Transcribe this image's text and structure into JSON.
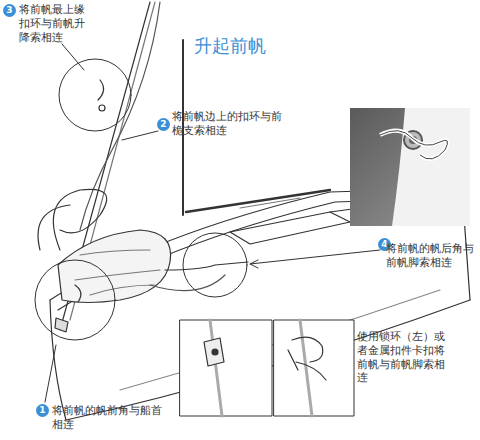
{
  "diagram": {
    "title": "升起前帆",
    "nodes": [
      {
        "text": [
          "3"
        ]
      },
      {
        "text": [
          "2"
        ]
      },
      {
        "text": [
          "4"
        ]
      },
      {
        "text": [
          "1"
        ]
      }
    ],
    "labels": [
      "将前帆最上缘扣环与前帆升降索相连",
      "将前帆边上的扣环与前桅支索相连",
      "将前帆的帆后角与前帆脚索相连",
      "使用锁环（左）或者金属扣件卡扣将前帆与前帆脚索相连",
      "将前帆的帆前角与船首相连"
    ]
  }
}
